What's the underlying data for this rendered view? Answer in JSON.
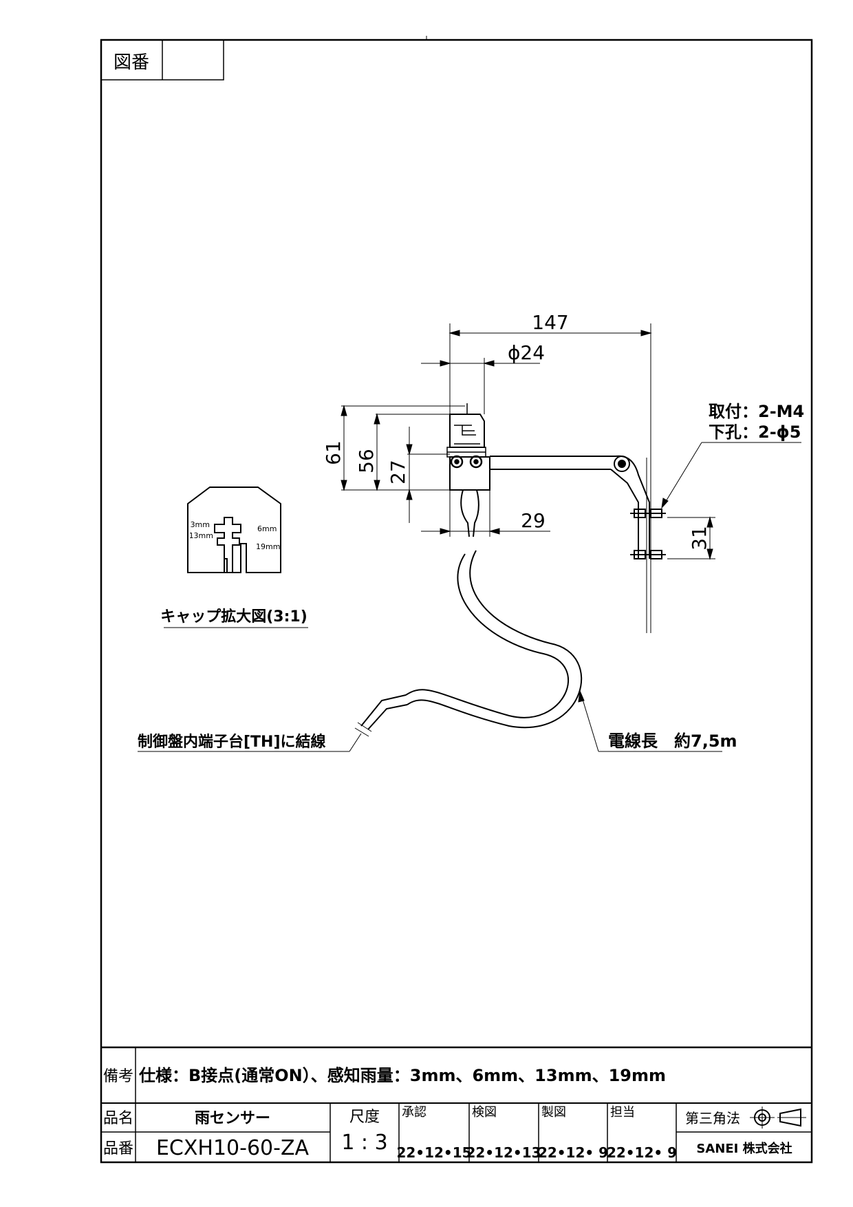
{
  "header": {
    "drawing_no_label": "図番",
    "drawing_no_value": ""
  },
  "dimensions": {
    "overall_width": "147",
    "diameter": "ϕ24",
    "height_61": "61",
    "height_56": "56",
    "height_27": "27",
    "width_29": "29",
    "hole_pitch": "31"
  },
  "notes": {
    "mounting_line1": "取付：2-M4",
    "mounting_line2": "下孔：2-ϕ5",
    "cap_caption": "キャップ拡大図(3:1)",
    "wiring": "制御盤内端子台[TH]に結線",
    "cable_length": "電線長　約7,5m"
  },
  "cap_labels": {
    "left_top": "3mm",
    "left_bottom": "13mm",
    "right_top": "6mm",
    "right_bottom": "19mm"
  },
  "title_block": {
    "remarks_label": "備考",
    "remarks_text": "仕様：B接点(通常ON）、感知雨量：3mm、6mm、13mm、19mm",
    "product_name_label": "品名",
    "product_name": "雨センサー",
    "part_no_label": "品番",
    "part_no": "ECXH10-60-ZA",
    "scale_label": "尺度",
    "scale_value": "1 : 3",
    "approved_label": "承認",
    "approved_date": "22•12•15",
    "checked_label": "検図",
    "checked_date": "22•12•13",
    "drawn_label": "製図",
    "drawn_date": "22•12• 9",
    "charge_label": "担当",
    "charge_date": "22•12• 9",
    "projection_label": "第三角法",
    "company": "SANEI 株式会社"
  }
}
